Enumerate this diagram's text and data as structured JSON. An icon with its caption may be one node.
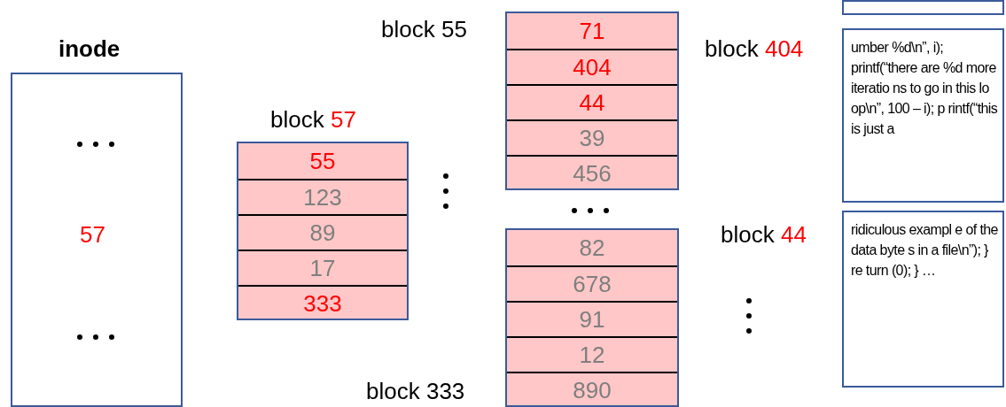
{
  "diagram": {
    "nodes": [
      {
        "text": [
          "inode",
          "57"
        ]
      },
      {
        "text": [
          "block 57"
        ]
      },
      {
        "text": [
          "55"
        ],
        "in": 1
      },
      {
        "text": [
          "123"
        ],
        "in": 1
      },
      {
        "text": [
          "89"
        ],
        "in": 1
      },
      {
        "text": [
          "17"
        ],
        "in": 1
      },
      {
        "text": [
          "333"
        ],
        "in": 1
      },
      {
        "text": [
          "block 55"
        ]
      },
      {
        "text": [
          "71"
        ],
        "in": 7
      },
      {
        "text": [
          "404"
        ],
        "in": 7
      },
      {
        "text": [
          "44"
        ],
        "in": 7
      },
      {
        "text": [
          "39"
        ],
        "in": 7
      },
      {
        "text": [
          "456"
        ],
        "in": 7
      },
      {
        "text": [
          "block 333"
        ]
      },
      {
        "text": [
          "82"
        ],
        "in": 13
      },
      {
        "text": [
          "678"
        ],
        "in": 13
      },
      {
        "text": [
          "91"
        ],
        "in": 13
      },
      {
        "text": [
          "12"
        ],
        "in": 13
      },
      {
        "text": [
          "890"
        ],
        "in": 13
      },
      {
        "text": [],
        "shape": "box"
      },
      {
        "text": [
          "block 404",
          "umber %d\\n”, i); printf(“there are %d more iteratio ns to go in this lo op\\n”, 100 – i); p rintf(“this is just a"
        ]
      },
      {
        "text": [
          "block 44",
          "ridiculous exampl e of the data byte s in a file\\n”); } re turn (0); } …"
        ]
      }
    ]
  }
}
